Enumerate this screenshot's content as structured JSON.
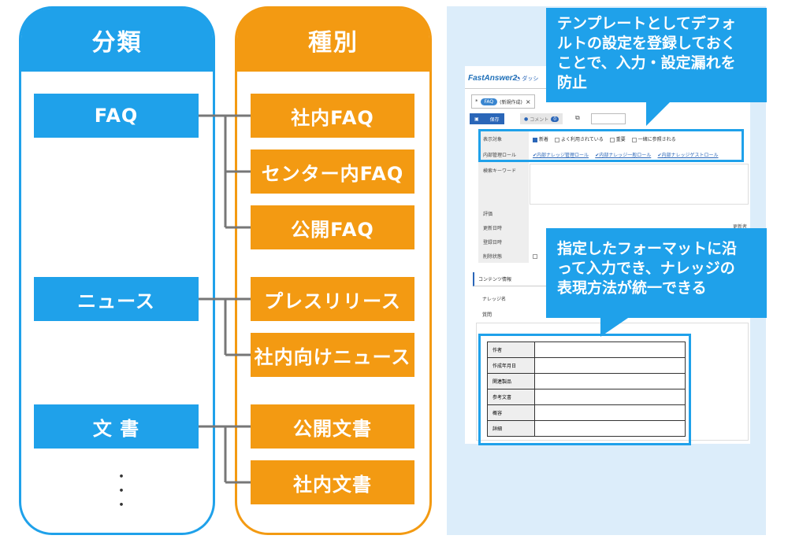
{
  "diagram": {
    "classification_header": "分類",
    "type_header": "種別",
    "classifications": [
      {
        "label": "FAQ",
        "types": [
          "社内FAQ",
          "センター内FAQ",
          "公開FAQ"
        ]
      },
      {
        "label": "ニュース",
        "types": [
          "プレスリリース",
          "社内向けニュース"
        ]
      },
      {
        "label": "文 書",
        "types": [
          "公開文書",
          "社内文書"
        ]
      }
    ],
    "ellipsis": "・\n・\n・"
  },
  "screenshot": {
    "logo": "FastAnswer2",
    "nav_item": "ダッシ",
    "tab": {
      "marker": "*",
      "pill": "FAQ",
      "label": "(新規作成)",
      "close": "×"
    },
    "toolbar": {
      "save": "保存",
      "comment": "コメント",
      "comment_count": "0"
    },
    "form_rows": [
      {
        "label": "表示対象"
      },
      {
        "label": "内部管理ロール"
      },
      {
        "label": "検索キーワード"
      },
      {
        "label": "評価"
      },
      {
        "label": "更新日時"
      },
      {
        "label": "登録日時"
      },
      {
        "label": "削除状態"
      }
    ],
    "display_options": [
      {
        "label": "新着",
        "checked": true
      },
      {
        "label": "よく利用されている",
        "checked": false
      },
      {
        "label": "重要",
        "checked": false
      },
      {
        "label": "一緒に参照される",
        "checked": false
      }
    ],
    "roles": [
      "✔内部ナレッジ管理ロール",
      "✔内部ナレッジ一般ロール",
      "✔内部ナレッジゲストロール"
    ],
    "update_label": "更新者",
    "section_title": "コンテンツ情報",
    "content_rows": [
      "ナレッジ名",
      "質問"
    ],
    "template_table": [
      "作者",
      "作成年月日",
      "関連製品",
      "参考文書",
      "概容",
      "詳細"
    ]
  },
  "callouts": {
    "top": [
      "テンプレートとしてデフォ",
      "ルトの設定を登録しておく",
      "ことで、入力・設定漏れを",
      "防止"
    ],
    "bottom": [
      "指定したフォーマットに沿",
      "って入力でき、ナレッジの",
      "表現方法が統一できる"
    ]
  },
  "colors": {
    "classification": "#1fa1ea",
    "type": "#f39a12",
    "connector": "#777777",
    "panel": "#dcedfa"
  }
}
